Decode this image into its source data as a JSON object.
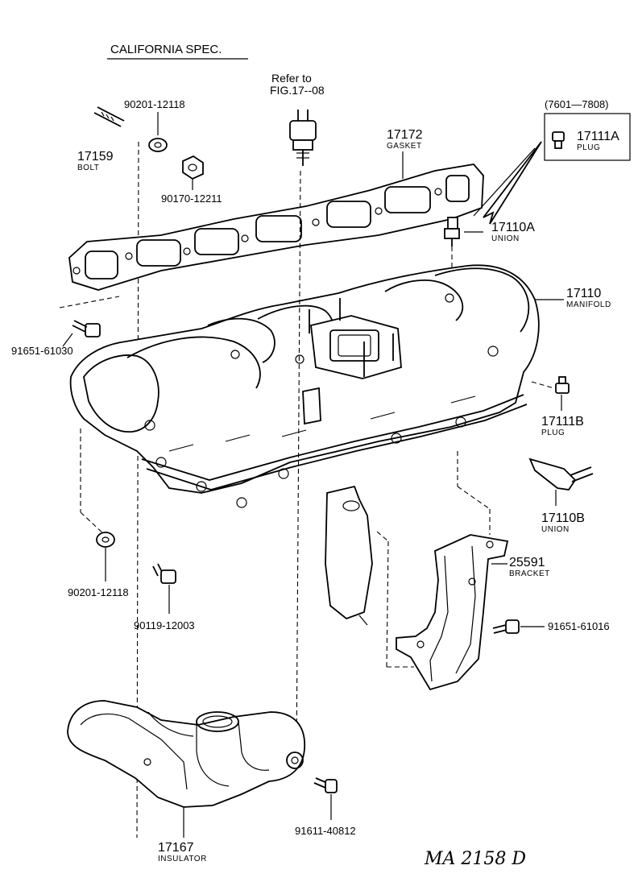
{
  "header": {
    "title": "CALIFORNIA SPEC.",
    "refer_line1": "Refer to",
    "refer_line2": "FIG.17--08",
    "date_range": "(7601—7808)"
  },
  "parts": {
    "p17159": {
      "number": "17159",
      "name": "BOLT"
    },
    "p90201_top": {
      "number": "90201-12118"
    },
    "p90170": {
      "number": "90170-12211"
    },
    "p17172": {
      "number": "17172",
      "name": "GASKET"
    },
    "p17111A": {
      "number": "17111A",
      "name": "PLUG"
    },
    "p17110A": {
      "number": "17110A",
      "name": "UNION"
    },
    "p17110": {
      "number": "17110",
      "name": "MANIFOLD"
    },
    "p91651_61030": {
      "number": "91651-61030"
    },
    "p17111B": {
      "number": "17111B",
      "name": "PLUG"
    },
    "p17110B": {
      "number": "17110B",
      "name": "UNION"
    },
    "p90201_bot": {
      "number": "90201-12118"
    },
    "p25591": {
      "number": "25591",
      "name": "BRACKET"
    },
    "p90119": {
      "number": "90119-12003"
    },
    "p91651_61016": {
      "number": "91651-61016"
    },
    "p17167": {
      "number": "17167",
      "name": "INSULATOR"
    },
    "p91611": {
      "number": "91611-40812"
    }
  },
  "footer": {
    "code": "MA 2158 D"
  }
}
